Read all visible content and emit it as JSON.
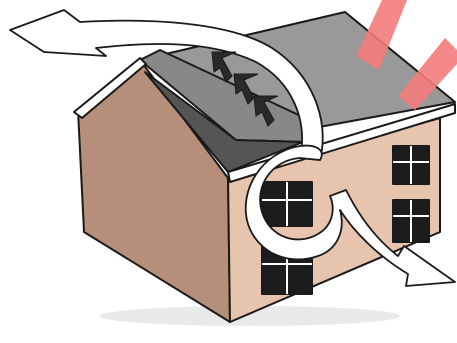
{
  "illustration": {
    "subject": "house",
    "colors": {
      "background": "#ffffff",
      "outline": "#1a1a1a",
      "wall_shadow": "#b58f7a",
      "wall_lit": "#e6c4ae",
      "roof": "#999999",
      "roof_dark": "#888888",
      "fascia": "#ffffff",
      "window": "#1c1c1c",
      "wind_ribbon": "#ffffff",
      "uplift_arrow": "#2a2a2a",
      "sun_ray": "#f47c7c"
    },
    "icons": [
      "wind-flow-arrow",
      "roof-uplift-arrow",
      "sun-ray"
    ]
  }
}
